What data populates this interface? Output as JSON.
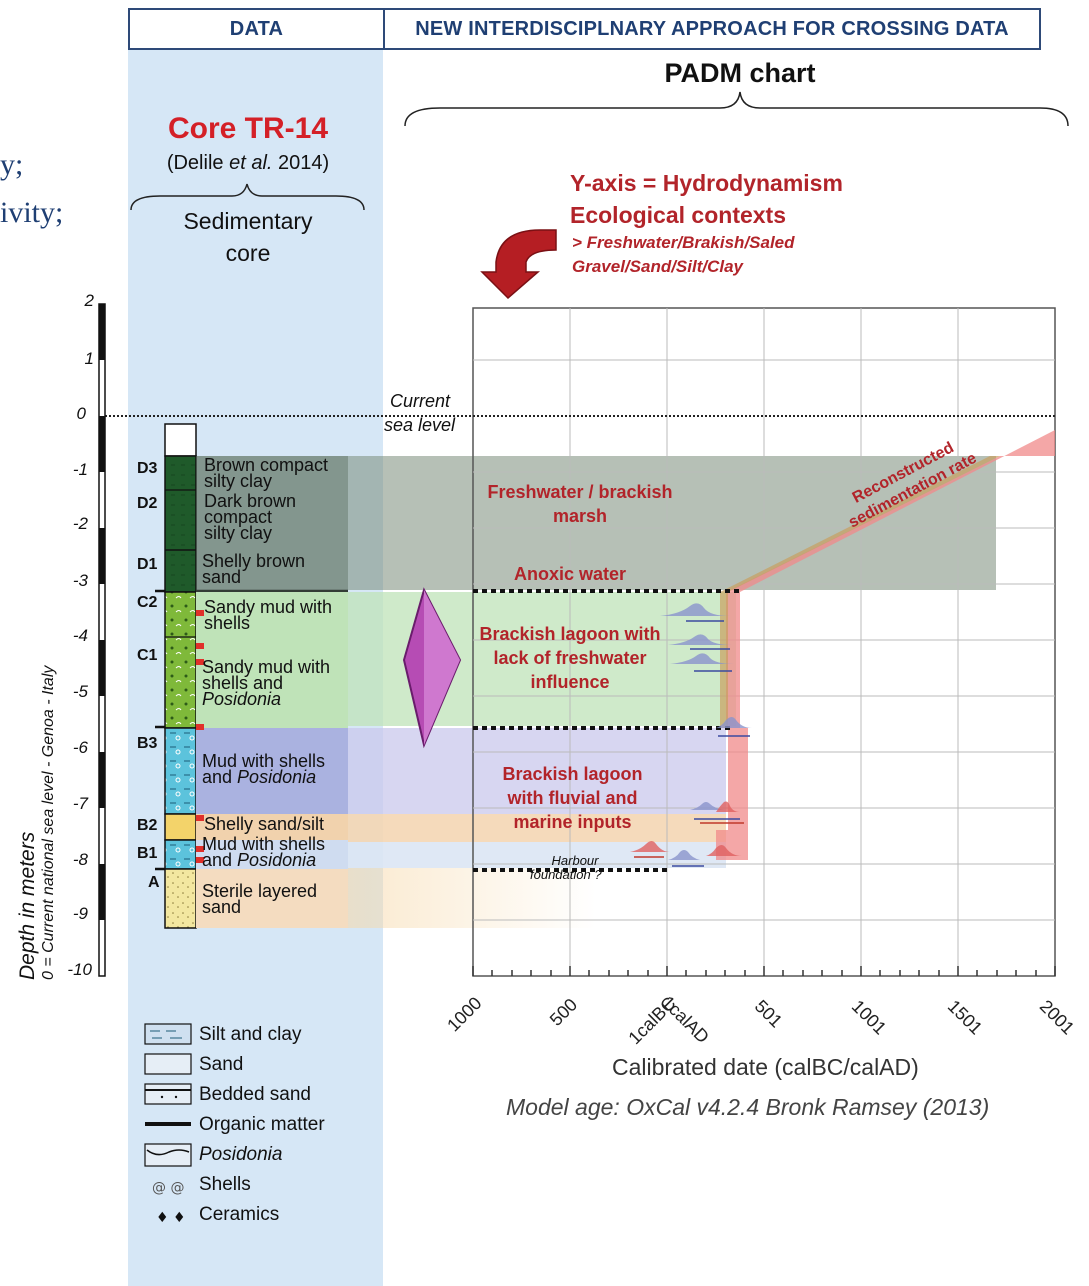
{
  "header": {
    "data_label": "DATA",
    "approach_label": "NEW INTERDISCIPLNARY APPROACH FOR CROSSING DATA"
  },
  "left_fragments": [
    "y;",
    "ivity;"
  ],
  "core": {
    "title": "Core TR-14",
    "citation_prefix": "(Delile ",
    "citation_italic": "et al.",
    "citation_suffix": " 2014)",
    "subtitle_line1": "Sedimentary",
    "subtitle_line2": "core"
  },
  "padm": {
    "title": "PADM chart",
    "yaxis_line1": "Y-axis = Hydrodynamism",
    "yaxis_line2": "Ecological contexts",
    "yaxis_line3": "> Freshwater/Brakish/Saled",
    "yaxis_line4": "Gravel/Sand/Silt/Clay",
    "current_sea_level_1": "Current",
    "current_sea_level_2": "sea level",
    "reconstructed_1": "Reconstructed",
    "reconstructed_2": "sedimentation rate",
    "harbour_1": "Harbour",
    "harbour_2": "foundation ?",
    "xlabel": "Calibrated date (calBC/calAD)",
    "model_age": "Model age: OxCal v4.2.4 Bronk Ramsey (2013)",
    "zones": [
      {
        "line1": "Freshwater / brackish",
        "line2": "marsh",
        "line3": ""
      },
      {
        "line1": "Anoxic water",
        "line2": "",
        "line3": ""
      },
      {
        "line1": "Brackish lagoon with",
        "line2": "lack of freshwater",
        "line3": "influence"
      },
      {
        "line1": "Brackish lagoon",
        "line2": "with fluvial and",
        "line3": "marine inputs"
      }
    ],
    "xticks": [
      "1000",
      "500",
      "1calBC",
      "1calAD",
      "501",
      "1001",
      "1501",
      "2001"
    ],
    "colors": {
      "accent_red": "#b2242a",
      "header_blue": "#1f3f73",
      "data_column": "#d6e7f6"
    }
  },
  "depth_axis": {
    "label": "Depth in meters",
    "sublabel": "0 = Current national sea level - Genoa - Italy",
    "ticks": [
      "2",
      "1",
      "0",
      "-1",
      "-2",
      "-3",
      "-4",
      "-5",
      "-6",
      "-7",
      "-8",
      "-9",
      "-10"
    ]
  },
  "layers": [
    {
      "code": "D3",
      "line1": "Brown compact",
      "line2": "silty clay",
      "line3": "",
      "italic": ""
    },
    {
      "code": "D2",
      "line1": "Dark brown",
      "line2": "compact",
      "line3": "silty clay",
      "italic": ""
    },
    {
      "code": "D1",
      "line1": "Shelly brown",
      "line2": "sand",
      "line3": "",
      "italic": ""
    },
    {
      "code": "C2",
      "line1": "Sandy mud with",
      "line2": "shells",
      "line3": "",
      "italic": ""
    },
    {
      "code": "C1",
      "line1": "Sandy mud with",
      "line2": "shells and",
      "line3": "",
      "italic": "Posidonia"
    },
    {
      "code": "B3",
      "line1": "Mud with shells",
      "line2": "and ",
      "line3": "",
      "italic": "Posidonia"
    },
    {
      "code": "B2",
      "line1": "Shelly sand/silt",
      "line2": "",
      "line3": "",
      "italic": ""
    },
    {
      "code": "B1",
      "line1": "Mud with shells",
      "line2": "and ",
      "line3": "",
      "italic": "Posidonia"
    },
    {
      "code": "A",
      "line1": "Sterile layered",
      "line2": "sand",
      "line3": "",
      "italic": ""
    }
  ],
  "legend": [
    {
      "label": "Silt and clay",
      "icon": "silt-clay-swatch"
    },
    {
      "label": "Sand",
      "icon": "sand-swatch"
    },
    {
      "label": "Bedded sand",
      "icon": "bedded-sand-swatch"
    },
    {
      "label": "Organic matter",
      "icon": "organic-matter-line"
    },
    {
      "label": "Posidonia",
      "icon": "posidonia-swatch"
    },
    {
      "label": "Shells",
      "icon": "shells-icon"
    },
    {
      "label": "Ceramics",
      "icon": "ceramics-icon"
    }
  ]
}
